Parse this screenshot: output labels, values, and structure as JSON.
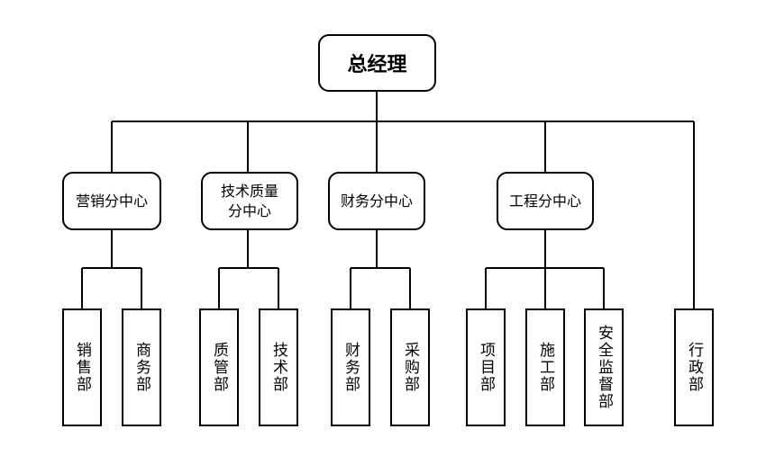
{
  "chart": {
    "root": {
      "label": "总经理"
    },
    "centers": [
      {
        "id": "marketing",
        "lines": [
          "营销分中心"
        ]
      },
      {
        "id": "tech_quality",
        "lines": [
          "技术质量",
          "分中心"
        ]
      },
      {
        "id": "finance",
        "lines": [
          "财务分中心"
        ]
      },
      {
        "id": "engineering",
        "lines": [
          "工程分中心"
        ]
      }
    ],
    "departments": [
      {
        "id": "sales",
        "label": "销售部",
        "parent": "marketing"
      },
      {
        "id": "business",
        "label": "商务部",
        "parent": "marketing"
      },
      {
        "id": "qc",
        "label": "质管部",
        "parent": "tech_quality"
      },
      {
        "id": "technical",
        "label": "技术部",
        "parent": "tech_quality"
      },
      {
        "id": "financial",
        "label": "财务部",
        "parent": "finance"
      },
      {
        "id": "purchasing",
        "label": "采购部",
        "parent": "finance"
      },
      {
        "id": "project",
        "label": "项目部",
        "parent": "engineering"
      },
      {
        "id": "construction",
        "label": "施工部",
        "parent": "engineering"
      },
      {
        "id": "safety",
        "label": "安全监督部",
        "parent": "engineering"
      },
      {
        "id": "admin",
        "label": "行政部",
        "parent": "root"
      }
    ]
  }
}
